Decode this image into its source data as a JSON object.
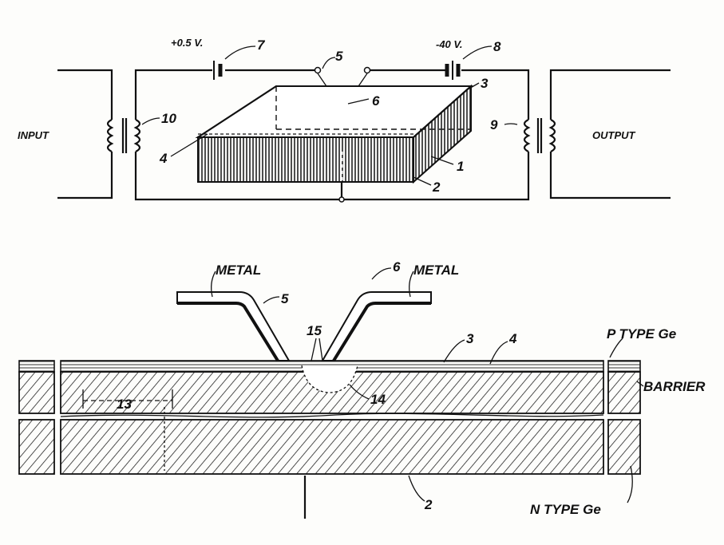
{
  "figure_top": {
    "input_label": "INPUT",
    "output_label": "OUTPUT",
    "battery_left_voltage": "+0.5 V.",
    "battery_right_voltage": "-40 V.",
    "refs": {
      "r1": "1",
      "r2": "2",
      "r3": "3",
      "r4": "4",
      "r5": "5",
      "r6": "6",
      "r7": "7",
      "r8": "8",
      "r9": "9",
      "r10": "10"
    }
  },
  "figure_bottom": {
    "metal_left": "METAL",
    "metal_right": "METAL",
    "p_type": "P  TYPE  Ge",
    "barrier": "BARRIER",
    "n_type": "N   TYPE  Ge",
    "refs": {
      "r2": "2",
      "r3": "3",
      "r4": "4",
      "r5": "5",
      "r6": "6",
      "r13": "13",
      "r14": "14",
      "r15": "15"
    }
  },
  "colors": {
    "ink": "#111111",
    "paper": "#fdfdfb"
  }
}
